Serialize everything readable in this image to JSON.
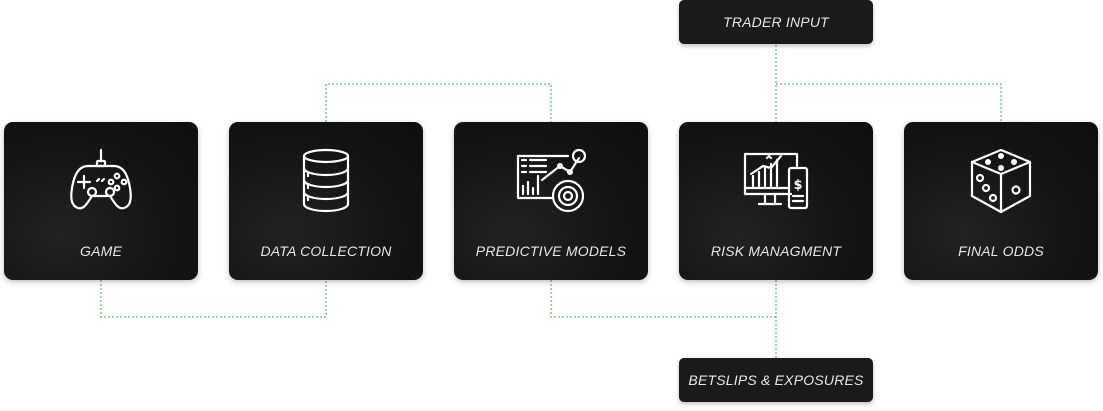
{
  "diagram": {
    "top_box": {
      "label": "TRADER INPUT",
      "icon": "none"
    },
    "bottom_box": {
      "label": "BETSLIPS & EXPOSURES",
      "icon": "none"
    },
    "cards": [
      {
        "label": "GAME",
        "icon": "gamepad-icon"
      },
      {
        "label": "DATA COLLECTION",
        "icon": "database-icon"
      },
      {
        "label": "PREDICTIVE MODELS",
        "icon": "analytics-chart-icon"
      },
      {
        "label": "RISK MANAGMENT",
        "icon": "monitor-finance-icon"
      },
      {
        "label": "FINAL ODDS",
        "icon": "dice-icon"
      }
    ],
    "connector_color": "#2fb24f",
    "card_color": "#141414"
  }
}
